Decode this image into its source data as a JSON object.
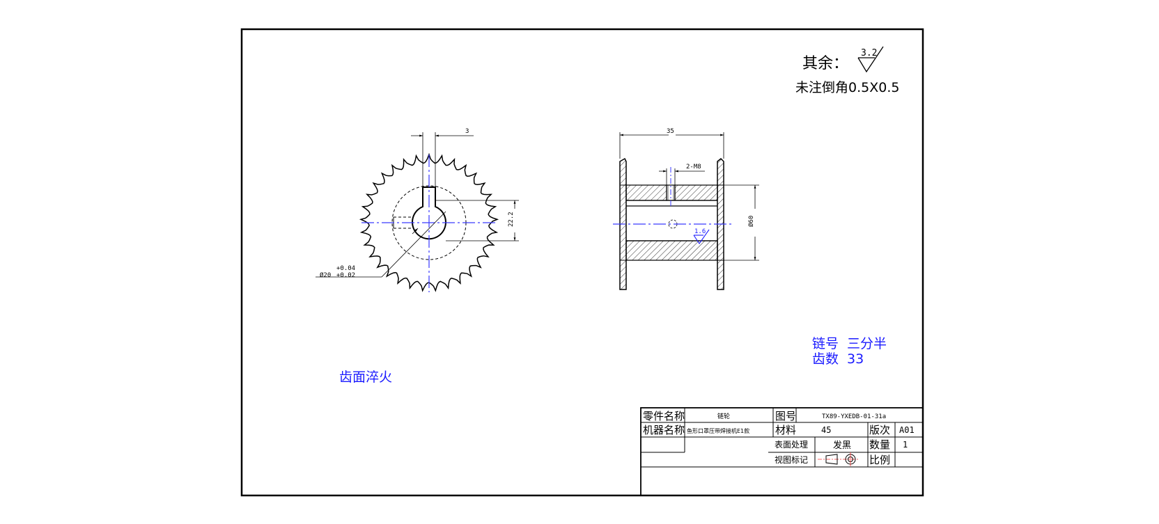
{
  "colors": {
    "line": "#000000",
    "annotation": "#1a1aff",
    "center": "#3a3aff",
    "background": "#ffffff"
  },
  "notes": {
    "rest_label": "其余：",
    "rest_roughness": "3.2",
    "chamfer_note": "未注倒角0.5X0.5",
    "quench_note": "齿面淬火",
    "chain_no_label": "链号",
    "chain_no_value": "三分半",
    "teeth_label": "齿数",
    "teeth_value": "33"
  },
  "front_view": {
    "key_width": "3",
    "key_depth": "22.2",
    "bore_upper_tol": "+0.04",
    "bore_diameter": "Ø20",
    "bore_lower_tol": "+0.02",
    "teeth_count": 33
  },
  "side_view": {
    "width": "35",
    "thread": "2-M8",
    "outer_diameter": "Ø60",
    "bore_roughness": "1.6"
  },
  "title_block": {
    "part_name_label": "零件名称",
    "part_name": "链轮",
    "drawing_no_label": "图号",
    "drawing_no": "TX89-YXEDB-01-31a",
    "machine_name_label": "机器名称",
    "machine_name": "鱼形口罩压带焊接机E1款",
    "material_label": "材料",
    "material": "45",
    "revision_label": "版次",
    "revision": "A01",
    "surface_label": "表面处理",
    "surface": "发黑",
    "quantity_label": "数量",
    "quantity": "1",
    "view_mark_label": "视图标记",
    "scale_label": "比例",
    "scale": ""
  }
}
